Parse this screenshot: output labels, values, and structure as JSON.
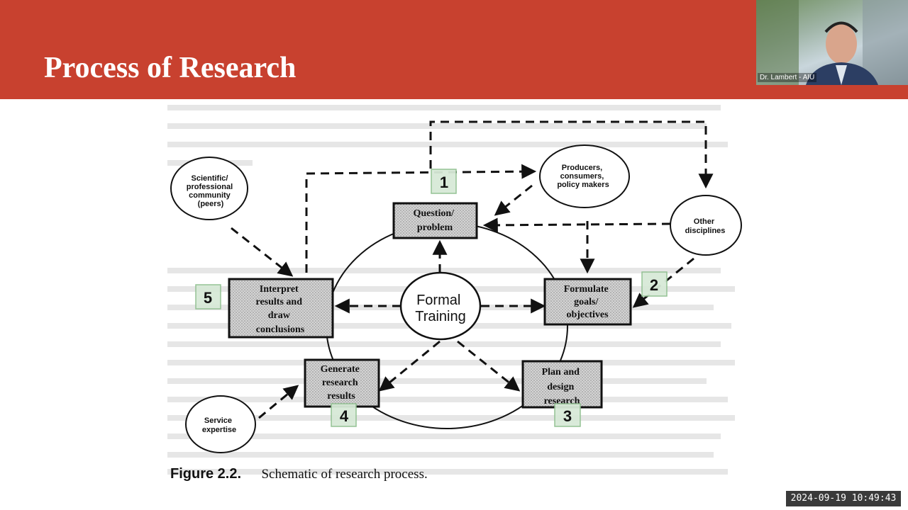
{
  "slide": {
    "title": "Process of Research"
  },
  "video": {
    "name_label": "Dr. Lambert - AIU"
  },
  "timestamp": "2024-09-19  10:49:43",
  "diagram": {
    "center": [
      "Formal",
      "Training"
    ],
    "steps": [
      {
        "number": "1",
        "label": [
          "Question/",
          "problem"
        ]
      },
      {
        "number": "2",
        "label": [
          "Formulate",
          "goals/",
          "objectives"
        ]
      },
      {
        "number": "3",
        "label": [
          "Plan and",
          "design",
          "research"
        ]
      },
      {
        "number": "4",
        "label": [
          "Generate",
          "research",
          "results"
        ]
      },
      {
        "number": "5",
        "label": [
          "Interpret",
          "results and",
          "draw",
          "conclusions"
        ]
      }
    ],
    "stakeholders": [
      {
        "label": [
          "Scientific/",
          "professional",
          "community",
          "(peers)"
        ]
      },
      {
        "label": [
          "Producers,",
          "consumers,",
          "policy makers"
        ]
      },
      {
        "label": [
          "Other",
          "disciplines"
        ]
      },
      {
        "label": [
          "Service",
          "expertise"
        ]
      }
    ]
  },
  "caption": {
    "label": "Figure 2.2.",
    "text": "Schematic of research process."
  }
}
